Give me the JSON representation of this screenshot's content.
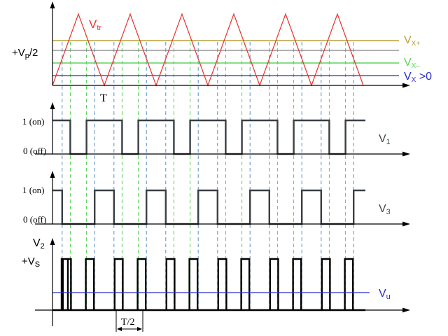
{
  "labels": {
    "vtr_main": "V",
    "vtr_sub": "tr",
    "vp_main": "+V",
    "vp_sub": "p",
    "vp_tail": "/2",
    "vxp_main": "V",
    "vxp_sub": "X+",
    "vxm_main": "V",
    "vxm_sub": "X–",
    "vx0_main": "V",
    "vx0_sub": "X",
    "vx0_tail": " >0",
    "period": "T",
    "on1": "1 (on)",
    "off1": "0 (off)",
    "v1_main": "V",
    "v1_sub": "1",
    "on3": "1 (on)",
    "off3": "0 (off)",
    "v3_main": "V",
    "v3_sub": "3",
    "v2_main": "V",
    "v2_sub": "2",
    "vs_main": "+V",
    "vs_sub": "S",
    "vu_main": "V",
    "vu_sub": "u",
    "half_period": "T/2"
  },
  "colors": {
    "triangle": "#e8332a",
    "vx_plus": "#b5a13a",
    "vx_minus": "#5fd35f",
    "vx_zero": "#2b2bc9",
    "ref_gray": "#7f7f7f",
    "pulse": "#3a3f44",
    "guide_green": "#53d253",
    "guide_blue": "#5a8fbf",
    "axis": "#000000"
  }
}
